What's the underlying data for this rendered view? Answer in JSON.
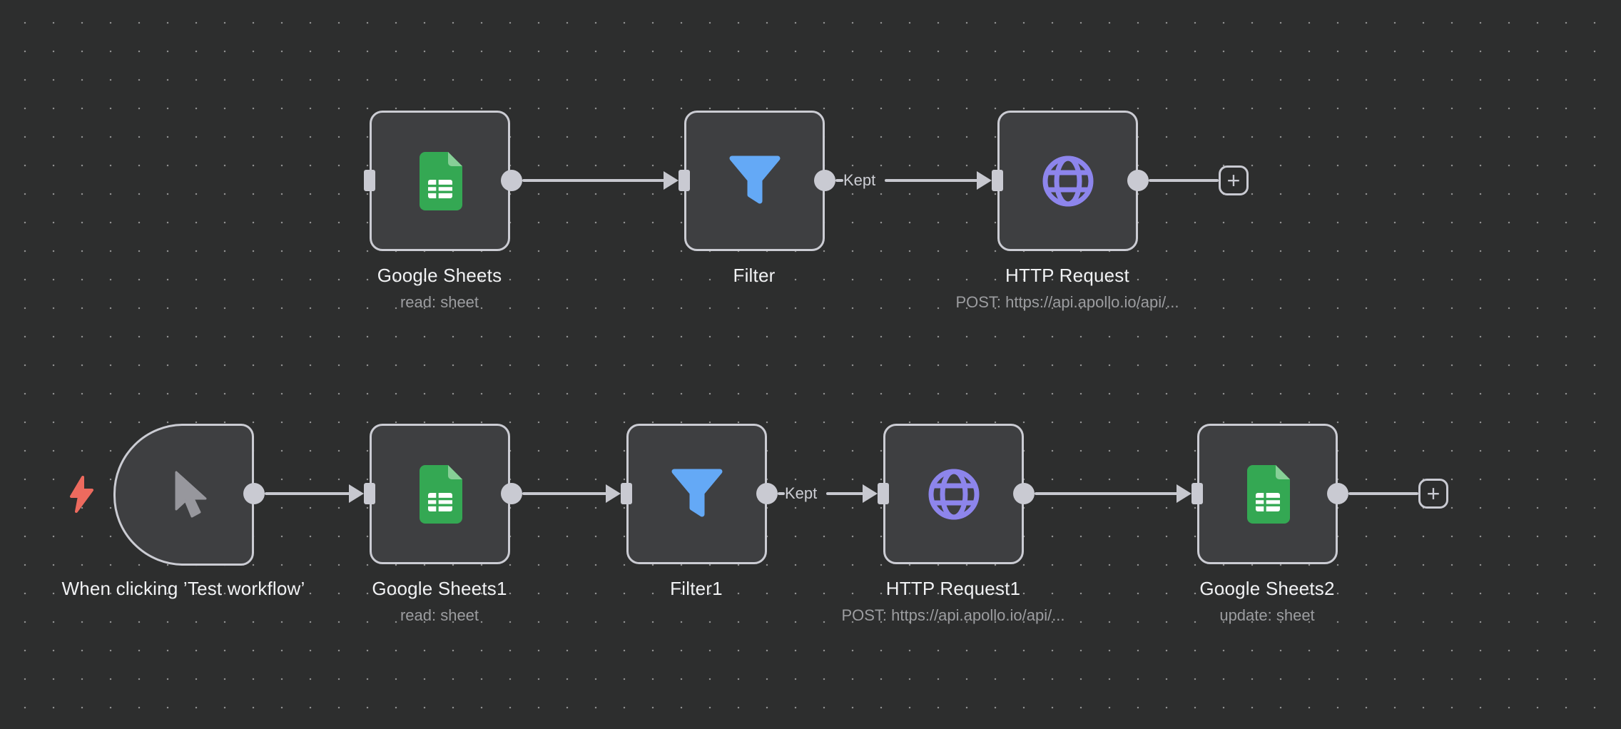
{
  "app": {
    "name": "workflow canvas"
  },
  "canvas": {
    "background_color": "#2d2e2e",
    "dot_color": "#8f8f8f",
    "node_fill": "#3e3f41",
    "node_border": "#cbccd3",
    "edge_color": "#c7c8cf",
    "sheets_green": "#34a853",
    "sheets_fold_green": "#87cf97",
    "filter_blue": "#64a9f6",
    "globe_purple": "#8d85ec",
    "cursor_gray": "#97979d",
    "bolt_red": "#ed6a5e"
  },
  "nodes": [
    {
      "id": "google-sheets",
      "title": "Google Sheets",
      "subtitle": "read: sheet",
      "icon": "google-sheets-icon"
    },
    {
      "id": "filter",
      "title": "Filter",
      "subtitle": "",
      "icon": "filter-funnel-icon"
    },
    {
      "id": "http-request",
      "title": "HTTP Request",
      "subtitle": "POST: https://api.apollo.io/api/...",
      "icon": "globe-icon"
    },
    {
      "id": "manual-trigger",
      "title": "When clicking ’Test workflow’",
      "subtitle": "",
      "icon": "cursor-icon"
    },
    {
      "id": "google-sheets1",
      "title": "Google Sheets1",
      "subtitle": "read: sheet",
      "icon": "google-sheets-icon"
    },
    {
      "id": "filter1",
      "title": "Filter1",
      "subtitle": "",
      "icon": "filter-funnel-icon"
    },
    {
      "id": "http-request1",
      "title": "HTTP Request1",
      "subtitle": "POST: https://api.apollo.io/api/...",
      "icon": "globe-icon"
    },
    {
      "id": "google-sheets2",
      "title": "Google Sheets2",
      "subtitle": "update: sheet",
      "icon": "google-sheets-icon"
    }
  ],
  "edges": [
    {
      "from": "google-sheets",
      "to": "filter",
      "label": ""
    },
    {
      "from": "filter",
      "to": "http-request",
      "label": "Kept"
    },
    {
      "from": "http-request",
      "to": "add-node-button-1",
      "label": ""
    },
    {
      "from": "manual-trigger",
      "to": "google-sheets1",
      "label": ""
    },
    {
      "from": "google-sheets1",
      "to": "filter1",
      "label": ""
    },
    {
      "from": "filter1",
      "to": "http-request1",
      "label": "Kept"
    },
    {
      "from": "http-request1",
      "to": "google-sheets2",
      "label": ""
    },
    {
      "from": "google-sheets2",
      "to": "add-node-button-2",
      "label": ""
    }
  ],
  "buttons": {
    "add_node_glyph": "+"
  }
}
